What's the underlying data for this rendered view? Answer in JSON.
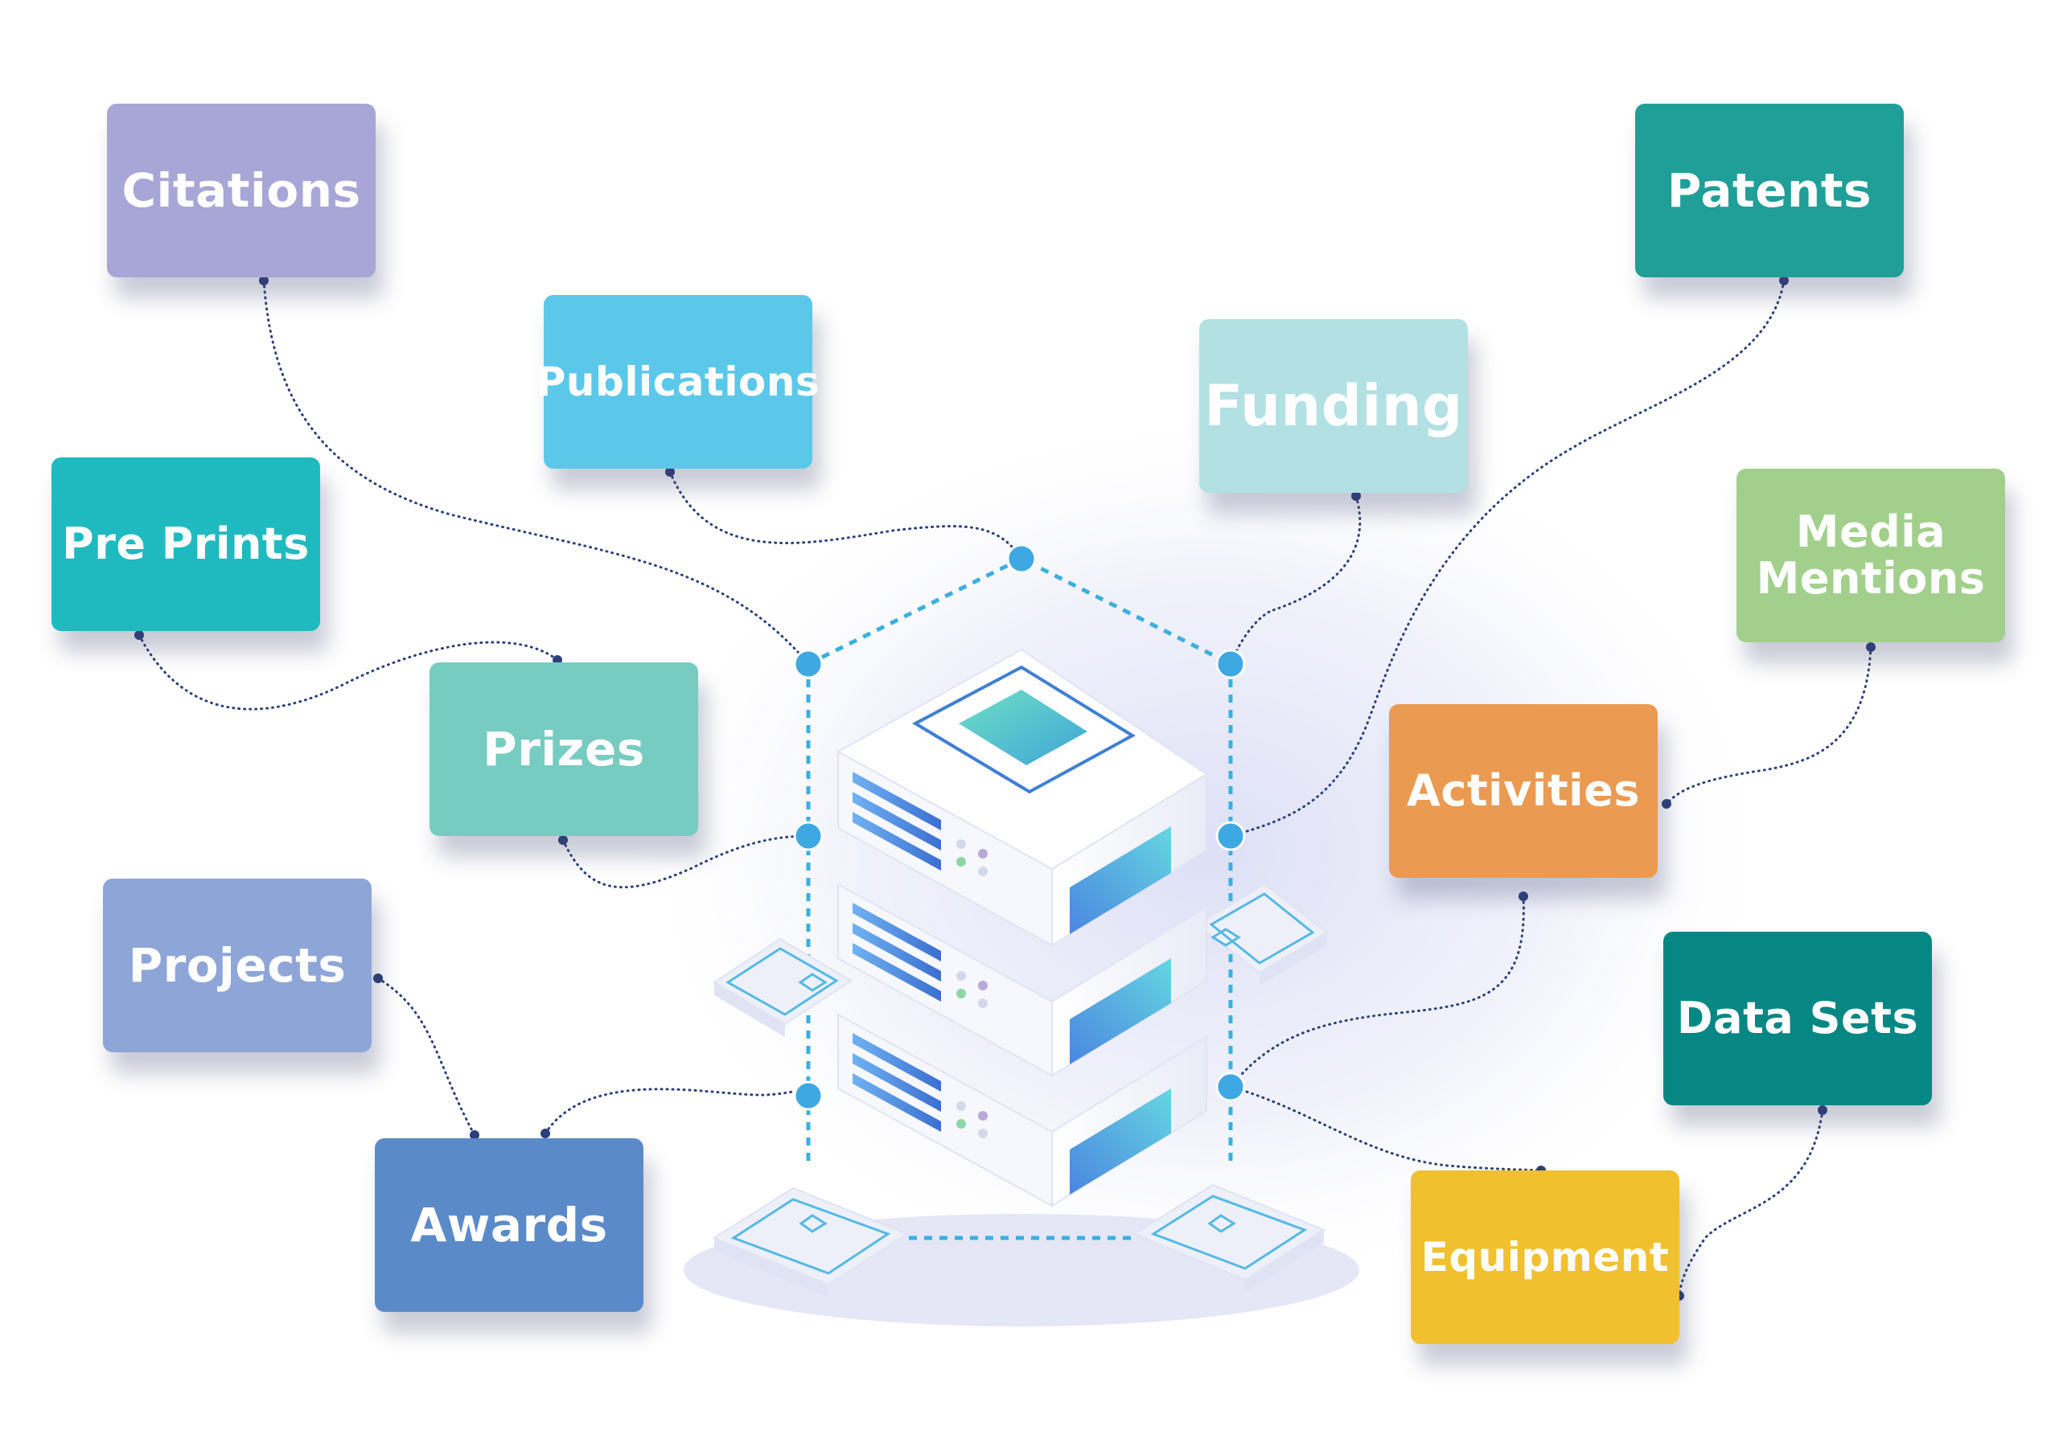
{
  "diagram": {
    "nodes": [
      {
        "id": "citations",
        "label": "Citations",
        "color": "#a8a6d6"
      },
      {
        "id": "publications",
        "label": "Publications",
        "color": "#5bc8ea"
      },
      {
        "id": "pre-prints",
        "label": "Pre Prints",
        "color": "#1fbac0"
      },
      {
        "id": "prizes",
        "label": "Prizes",
        "color": "#76ccc0"
      },
      {
        "id": "projects",
        "label": "Projects",
        "color": "#8ea5d8"
      },
      {
        "id": "awards",
        "label": "Awards",
        "color": "#5b8ac9"
      },
      {
        "id": "funding",
        "label": "Funding",
        "color": "#b3e0e3"
      },
      {
        "id": "patents",
        "label": "Patents",
        "color": "#209e98"
      },
      {
        "id": "media-mentions",
        "label": "Media Mentions",
        "color": "#a2d08c"
      },
      {
        "id": "activities",
        "label": "Activities",
        "color": "#eb9a51"
      },
      {
        "id": "data-sets",
        "label": "Data Sets",
        "color": "#078784"
      },
      {
        "id": "equipment",
        "label": "Equipment",
        "color": "#f0c02e"
      }
    ],
    "colors": {
      "dotted_connector": "#2c3f7a",
      "hub_frame": "#3ab0e0",
      "server_body": "#f3f4fb",
      "server_accent": "#4a9be0"
    },
    "center_icon": "server-stack-icon"
  }
}
